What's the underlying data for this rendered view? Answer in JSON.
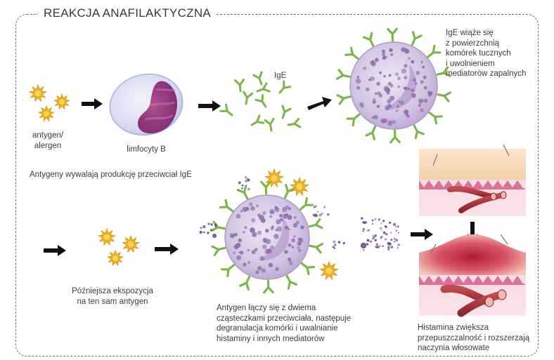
{
  "title": "REAKCJA ANAFILAKTYCZNA",
  "labels": {
    "antigen": "antygen/\nalergen",
    "lymphocyte": "limfocyty B",
    "ige": "IgE",
    "mast_cell_binding": "IgE wiąże się\nz powierzchnią\nkomórek tucznych\ni uwolnieniem\nmediatorów zapalnych",
    "antigens_induce": "Antygeny wywalają produkcję przeciwciał IgE",
    "later_exposure": "Późniejsza ekspozycja\nna ten sam antygen",
    "binding_degranulation": "Antygen łączy się z dwiema\ncząsteczkami przeciwciała, następuje\ndegranulacja komórki i uwalnianie\nhistaminy i innych mediatorów",
    "histamine_effect": "Histamina zwiększa\nprzepuszczalność i rozszerzają\nnaczynia włosowate"
  },
  "colors": {
    "antigen": "#f2b418",
    "antibody": "#7ab648",
    "cell_body": "#cbb6da",
    "cell_granule": "#8d6cad",
    "lymphocyte_nucleus": "#8a2f7e",
    "skin": "#f7dcc0",
    "vessel": "#a8343a",
    "inflammation": "#c22a3e"
  }
}
